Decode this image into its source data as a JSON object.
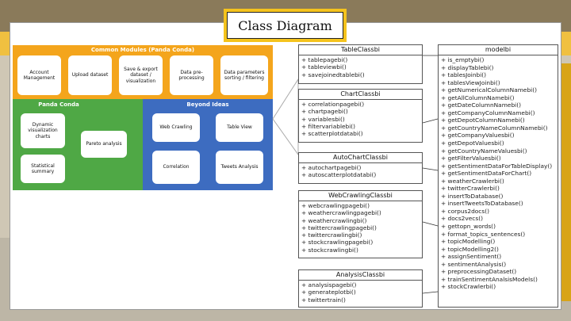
{
  "slide": {
    "title": "Class Diagram"
  },
  "architecture": {
    "common_modules": {
      "title": "Common Modules (Panda Conda)",
      "items": [
        "Account Management",
        "Upload dataset",
        "Save & export dataset / visualization",
        "Data pre-processing",
        "Data parameters sorting / filtering"
      ]
    },
    "panda_conda": {
      "title": "Panda Conda",
      "items": [
        "Dynamic visualization charts",
        "Pareto analysis",
        "Statistical summary"
      ]
    },
    "beyond_ideas": {
      "title": "Beyond Ideas",
      "items": [
        "Web Crawling",
        "Table View",
        "Correlation",
        "Tweets Analysis"
      ]
    }
  },
  "classes": {
    "table": {
      "name": "TableClassbi",
      "methods": [
        "+ tablepagebi()",
        "+ tableviewbi()",
        "+ savejoinedtablebi()"
      ]
    },
    "chart": {
      "name": "ChartClassbi",
      "methods": [
        "+ correlationpagebi()",
        "+ chartpagebi()",
        "+ variablesbi()",
        "+ filtervariablebi()",
        "+ scatterplotdatabi()"
      ]
    },
    "autochart": {
      "name": "AutoChartClassbi",
      "methods": [
        "+ autochartpagebi()",
        "+ autoscatterplotdatabi()"
      ]
    },
    "webcrawling": {
      "name": "WebCrawlingClassbi",
      "methods": [
        "+ webcrawlingpagebi()",
        "+ weathercrawlingpagebi()",
        "+ weathercrawlingbi()",
        "+ twittercrawlingpagebi()",
        "+ twittercrawlingbi()",
        "+ stockcrawlingpagebi()",
        "+ stockcrawlingbi()"
      ]
    },
    "analysis": {
      "name": "AnalysisClassbi",
      "methods": [
        "+ analysispagebi()",
        "+ generateplotbi()",
        "+ twittertrain()"
      ]
    },
    "model": {
      "name": "modelbi",
      "methods": [
        "+ is_emptybi()",
        "+ displayTablebi()",
        "+ tablesJoinbi()",
        "+ tablesViewJoinbi()",
        "+ getNumericalColumnNamebi()",
        "+ getAllColumnNamebi()",
        "+ getDateColumnNamebi()",
        "+ getCompanyColumnNamebi()",
        "+ getDepotColumnNamebi()",
        "+ getCountryNameColumnNamebi()",
        "+ getCompanyValuesbi()",
        "+ getDepotValuesbi()",
        "+ getCountryNameValuesbi()",
        "+ getFilterValuesbi()",
        "+ getSentimentDataForTableDisplay()",
        "+ getSentimentDataForChart()",
        "+ weatherCrawlerbi()",
        "+ twitterCrawlerbi()",
        "+ insertToDatabase()",
        "+ insertTweetsToDatabase()",
        "+ corpus2docs()",
        "+ docs2vecs()",
        "+ gettopn_words()",
        "+ format_topics_sentences()",
        "+ topicModelling()",
        "+ topicModelling2()",
        "+ assignSentiment()",
        "+ sentimentAnalysis()",
        "+ preprocessingDataset()",
        "+ trainSentimentAnalsisModels()",
        "+ stockCrawlerbi()"
      ]
    }
  }
}
